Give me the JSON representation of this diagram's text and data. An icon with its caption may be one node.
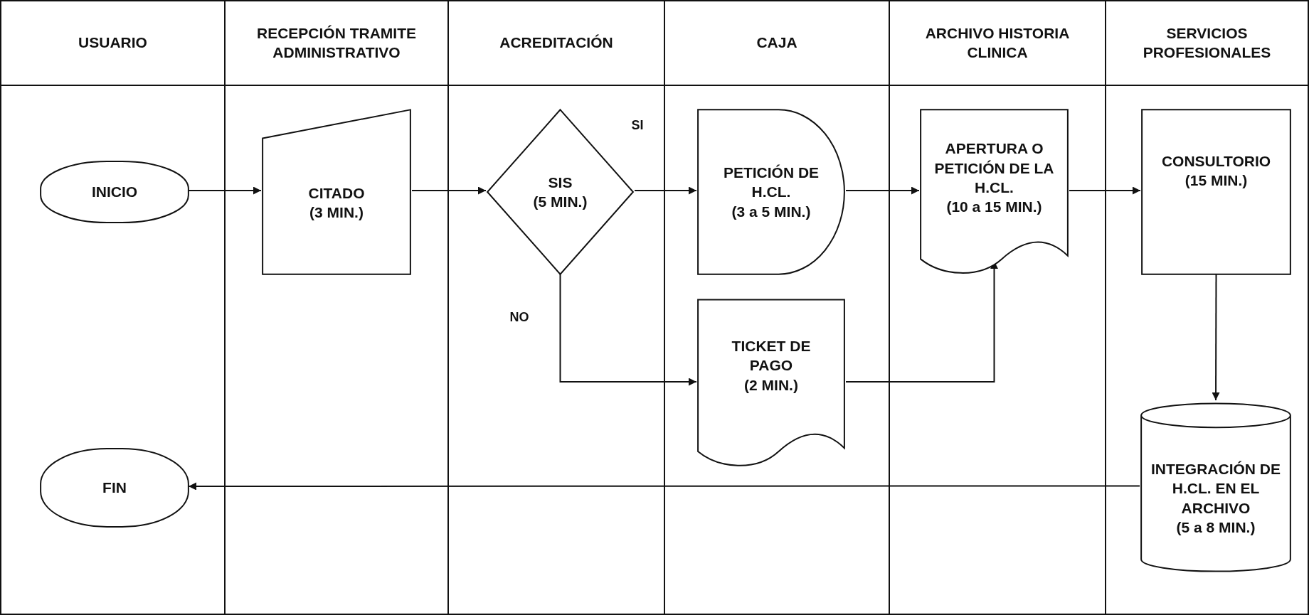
{
  "diagram": {
    "nodes": [
      {
        "text": [
          "USUARIO"
        ]
      },
      {
        "text": [
          "RECEPCIÓN TRAMITE ADMINISTRATIVO"
        ]
      },
      {
        "text": [
          "ACREDITACIÓN"
        ]
      },
      {
        "text": [
          "CAJA"
        ]
      },
      {
        "text": [
          "ARCHIVO HISTORIA CLINICA"
        ]
      },
      {
        "text": [
          "SERVICIOS PROFESIONALES"
        ]
      },
      {
        "text": [
          "INICIO"
        ],
        "in": 0
      },
      {
        "text": [
          "CITADO",
          "(3 MIN.)"
        ],
        "in": 1
      },
      {
        "text": [
          "SIS",
          "(5 MIN.)"
        ],
        "in": 2
      },
      {
        "text": [
          "PETICIÓN DE H.CL.",
          "(3 a 5 MIN.)"
        ],
        "in": 3
      },
      {
        "text": [
          "TICKET DE PAGO",
          "(2 MIN.)"
        ],
        "in": 3
      },
      {
        "text": [
          "APERTURA O PETICIÓN DE LA H.CL.",
          "(10 a 15 MIN.)"
        ],
        "in": 4
      },
      {
        "text": [
          "CONSULTORIO",
          "(15 MIN.)"
        ],
        "in": 5
      },
      {
        "text": [
          "INTEGRACIÓN DE H.CL. EN EL ARCHIVO",
          "(5 a 8 MIN.)"
        ],
        "in": 5
      },
      {
        "text": [
          "FIN"
        ],
        "in": 0
      }
    ],
    "edges": [
      {
        "from": 6,
        "to": 7,
        "arrow": "to"
      },
      {
        "from": 7,
        "to": 8,
        "arrow": "to"
      },
      {
        "from": 8,
        "to": 9,
        "arrow": "to",
        "label": "SI"
      },
      {
        "from": 8,
        "to": 10,
        "arrow": "to",
        "label": "NO"
      },
      {
        "from": 9,
        "to": 11,
        "arrow": "to"
      },
      {
        "from": 10,
        "to": 11,
        "arrow": "to"
      },
      {
        "from": 11,
        "to": 12,
        "arrow": "to"
      },
      {
        "from": 12,
        "to": 13,
        "arrow": "to"
      },
      {
        "from": 13,
        "to": 14,
        "arrow": "to"
      }
    ]
  }
}
